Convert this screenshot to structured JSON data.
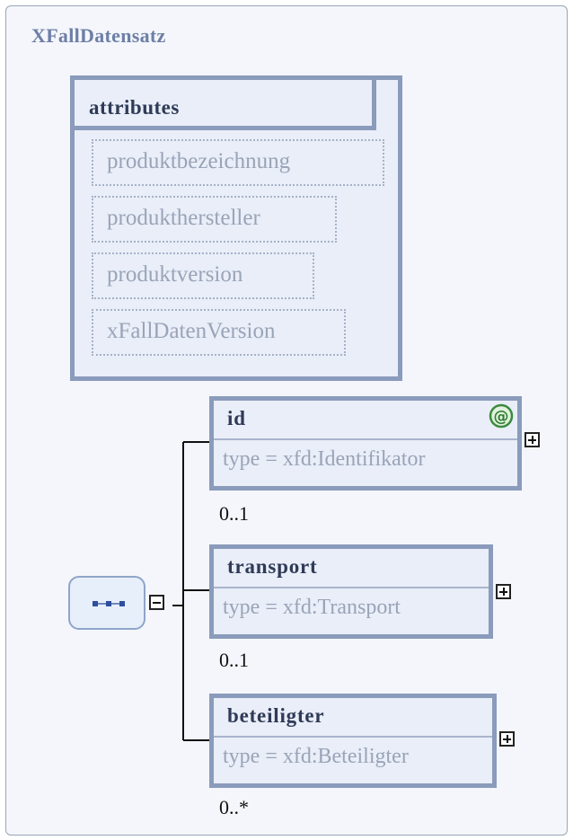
{
  "title": "XFallDatensatz",
  "attributes": {
    "header": "attributes",
    "items": [
      {
        "name": "produktbezeichnung"
      },
      {
        "name": "produkthersteller"
      },
      {
        "name": "produktversion"
      },
      {
        "name": "xFallDatenVersion"
      }
    ]
  },
  "elements": [
    {
      "name": "id",
      "type": "type = xfd:Identifikator",
      "cardinality": "0..1",
      "is_attribute_badge": "@"
    },
    {
      "name": "transport",
      "type": "type = xfd:Transport",
      "cardinality": "0..1"
    },
    {
      "name": "beteiligter",
      "type": "type = xfd:Beteiligter",
      "cardinality": "0..*"
    }
  ]
}
